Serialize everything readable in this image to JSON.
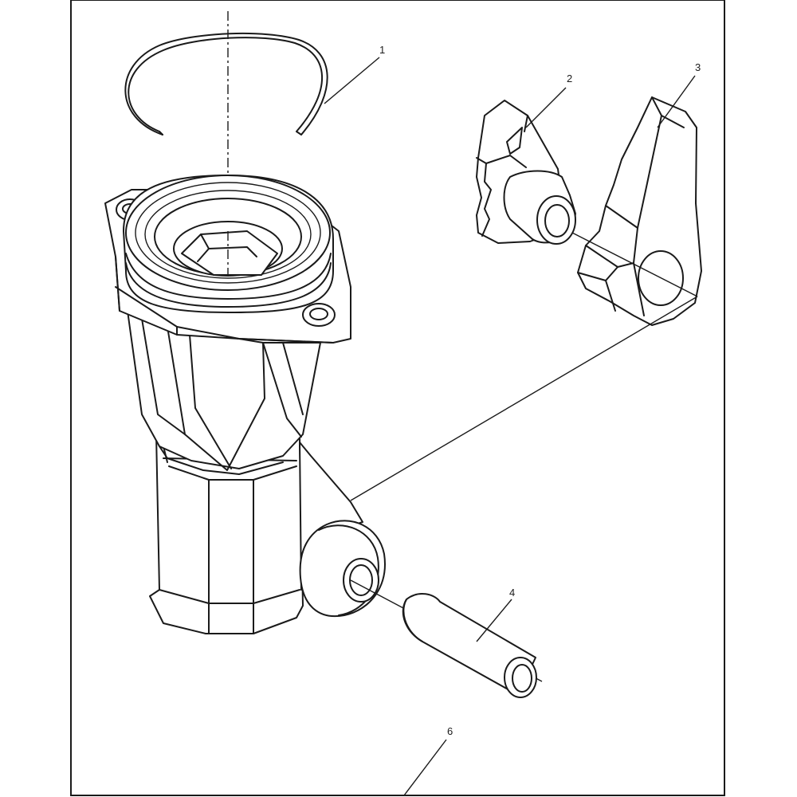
{
  "callouts": [
    {
      "id": "callout-1",
      "label": "1"
    },
    {
      "id": "callout-2",
      "label": "2"
    },
    {
      "id": "callout-3",
      "label": "3"
    },
    {
      "id": "callout-4",
      "label": "4"
    },
    {
      "id": "callout-6",
      "label": "6"
    }
  ],
  "colors": {
    "line": "#1a1a1a",
    "background": "#ffffff"
  }
}
